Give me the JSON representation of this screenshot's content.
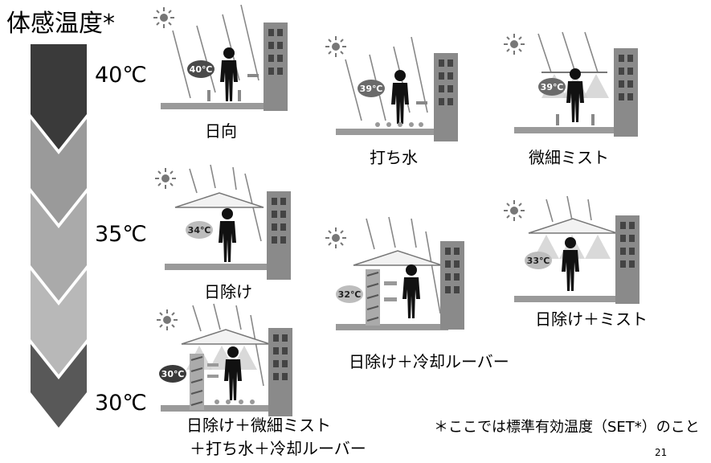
{
  "title": "体感温度*",
  "scale": {
    "temp_high": "40℃",
    "temp_mid": "35℃",
    "temp_low": "30℃",
    "segment_colors": [
      "#3a3a3a",
      "#9a9a9a",
      "#aaaaaa",
      "#b8b8b8",
      "#585858"
    ]
  },
  "scenes": [
    {
      "caption": "日向",
      "badge": "40℃",
      "badge_color": "#4a4a4a"
    },
    {
      "caption": "打ち水",
      "badge": "39℃",
      "badge_color": "#6a6a6a"
    },
    {
      "caption": "微細ミスト",
      "badge": "39℃",
      "badge_color": "#6a6a6a"
    },
    {
      "caption": "日除け",
      "badge": "34℃",
      "badge_color": "#bdbdbd"
    },
    {
      "caption": "日除け＋冷却ルーバー",
      "badge": "32℃",
      "badge_color": "#bdbdbd"
    },
    {
      "caption": "日除け＋ミスト",
      "badge": "33℃",
      "badge_color": "#bdbdbd"
    },
    {
      "caption_line1": "日除け＋微細ミスト",
      "caption_line2": "＋打ち水＋冷却ルーバー",
      "badge": "30℃",
      "badge_color": "#3a3a3a"
    }
  ],
  "footnote": "＊ここでは標準有効温度（SET*）のこと",
  "page_number": "21"
}
